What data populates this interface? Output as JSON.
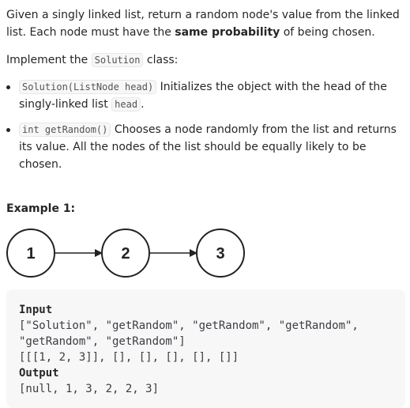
{
  "description": {
    "intro_part1": "Given a singly linked list, return a random node's value from the linked list. Each node must have the ",
    "intro_bold": "same probability",
    "intro_part2": " of being chosen.",
    "implement_pre": "Implement the ",
    "implement_code": "Solution",
    "implement_post": " class:",
    "bullets": [
      {
        "code": "Solution(ListNode head)",
        "text_pre": " Initializes the object with the head of the singly-linked list ",
        "code2": "head",
        "text_post": "."
      },
      {
        "code": "int getRandom()",
        "text_pre": " Chooses a node randomly from the list and returns its value. All the nodes of the list should be equally likely to be chosen.",
        "code2": "",
        "text_post": ""
      }
    ]
  },
  "example": {
    "heading": "Example 1:",
    "nodes": [
      "1",
      "2",
      "3"
    ],
    "input_label": "Input",
    "input_line1": "[\"Solution\", \"getRandom\", \"getRandom\", \"getRandom\",",
    "input_line2": "\"getRandom\", \"getRandom\"]",
    "input_line3": "[[[1, 2, 3]], [], [], [], [], []]",
    "output_label": "Output",
    "output_line1": "[null, 1, 3, 2, 2, 3]"
  }
}
